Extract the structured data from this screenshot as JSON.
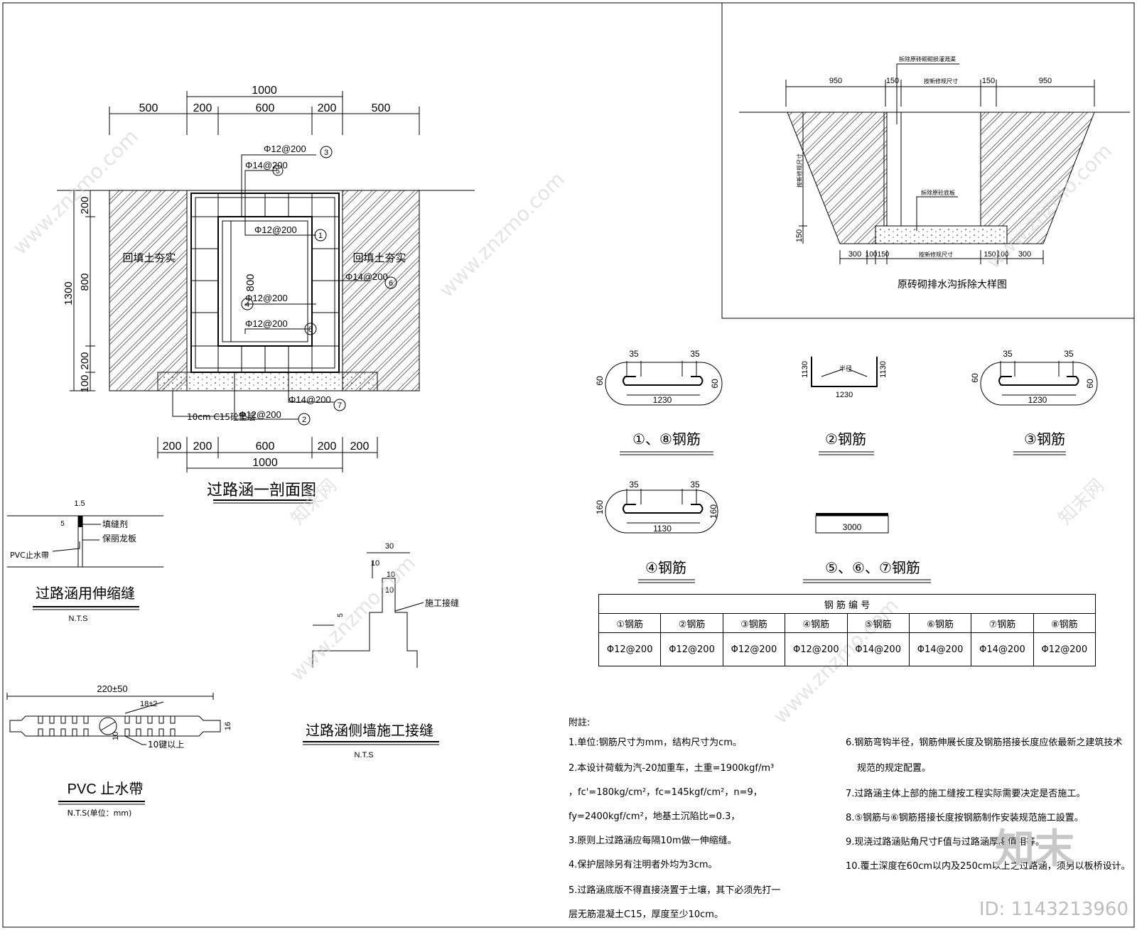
{
  "section": {
    "title": "过路涵一剖面图",
    "dims_top": [
      "1000",
      "500",
      "200",
      "600",
      "200",
      "500"
    ],
    "dims_bottom": [
      "200",
      "200",
      "600",
      "200",
      "200",
      "1000"
    ],
    "dims_left": [
      "1300",
      "200",
      "800",
      "200",
      "100"
    ],
    "inner_height": "800",
    "backfill_left": "回填土夯实",
    "backfill_right": "回填土夯实",
    "cushion_label": "10cm C15砼垫层",
    "rebar_labels": [
      {
        "text": "Φ12@200",
        "no": "3"
      },
      {
        "text": "Φ14@200",
        "no": "5"
      },
      {
        "text": "Φ12@200",
        "no": "1"
      },
      {
        "text": "Φ14@200",
        "no": "6"
      },
      {
        "text": "Φ12@200",
        "no": "4"
      },
      {
        "text": "Φ12@200",
        "no": "8"
      },
      {
        "text": "Φ14@200",
        "no": "7"
      },
      {
        "text": "Φ12@200",
        "no": "2"
      }
    ]
  },
  "drain": {
    "title": "原砖砌排水沟拆除大样图",
    "top_label": "拆除原砖砌砌损灌溉渠",
    "dims_top": [
      "950",
      "150",
      "按新修规尺寸",
      "150",
      "950"
    ],
    "dims_bottom": [
      "300",
      "100",
      "150",
      "按新修规尺寸",
      "150",
      "100",
      "300"
    ],
    "side_label": "按新修规尺寸",
    "dim_150": "150",
    "floor_label": "拆除原砼底板"
  },
  "bars": {
    "b1": {
      "dim_a": "35",
      "dim_b": "35",
      "h1": "60",
      "h2": "60",
      "len": "1230",
      "caption": "①、⑧钢筋"
    },
    "b2": {
      "h1": "1130",
      "h2": "1130",
      "len": "1230",
      "radius": "半径",
      "caption": "②钢筋"
    },
    "b3": {
      "dim_a": "35",
      "dim_b": "35",
      "h1": "60",
      "h2": "60",
      "len": "1230",
      "caption": "③钢筋"
    },
    "b4": {
      "dim_a": "35",
      "dim_b": "35",
      "h1": "160",
      "h2": "160",
      "len": "1130",
      "caption": "④钢筋"
    },
    "b5": {
      "len": "3000",
      "caption": "⑤、⑥、⑦钢筋"
    }
  },
  "rebar_table": {
    "title": "钢 筋 编 号",
    "headers": [
      "①钢筋",
      "②钢筋",
      "③钢筋",
      "④钢筋",
      "⑤钢筋",
      "⑥钢筋",
      "⑦钢筋",
      "⑧钢筋"
    ],
    "values": [
      "Φ12@200",
      "Φ12@200",
      "Φ12@200",
      "Φ12@200",
      "Φ14@200",
      "Φ14@200",
      "Φ14@200",
      "Φ12@200"
    ]
  },
  "joint": {
    "title": "过路涵用伸缩缝",
    "nts": "N.T.S",
    "dim_1": "1.5",
    "dim_2": "5",
    "filler": "填缝剂",
    "board": "保丽龙板",
    "pvc": "PVC止水帶"
  },
  "sidewall": {
    "title": "过路涵侧墙施工接缝",
    "nts": "N.T.S",
    "d30": "30",
    "d10a": "10",
    "d10b": "10",
    "d10c": "10",
    "d5": "5",
    "label": "施工接缝"
  },
  "pvc": {
    "title": "PVC 止水帶",
    "nts": "N.T.S(单位：mm)",
    "width": "220±50",
    "pitch": "18±2",
    "d10": "10",
    "d16": "16",
    "keys": "10键以上"
  },
  "notes": {
    "heading": "附註:",
    "n1": "1.单位:钢筋尺寸为mm，结构尺寸为cm。",
    "n2a": "2.本设计荷载为汽-20加重车，土重=1900kgf/m³",
    "n2b": "，fc'=180kg/cm²，fc=145kgf/cm²，n=9，",
    "n2c": "fy=2400kgf/cm²，地基土沉陷比=0.3，",
    "n3": "3.原则上过路涵应每隔10m做一伸缩缝。",
    "n4": "4.保护层除另有注明者外均为3cm。",
    "n5a": "5.过路涵底版不得直接浇置于土壤，其下必须先打一",
    "n5b": "层无筋混凝土C15，厚度至少10cm。",
    "n6a": "6.钢筋弯钩半径，钢筋伸展长度及钢筋搭接长度应依最新之建筑技术",
    "n6b": "规范的规定配置。",
    "n7": "7.过路涵主体上部的施工缝按工程实际需要决定是否施工。",
    "n8": "8.⑤钢筋与⑥钢筋搭接长度按钢筋制作安装规范施工設置。",
    "n9": "9.现浇过路涵贴角尺寸F值与过路涵厚度值相等。",
    "n10": "10.覆土深度在60cm以内及250cm以上之过路涵，须另以板桥设计。"
  },
  "watermark": {
    "site": "www.znzmo.com",
    "brand": "知末网",
    "logo": "知末",
    "id": "ID: 1143213960"
  }
}
